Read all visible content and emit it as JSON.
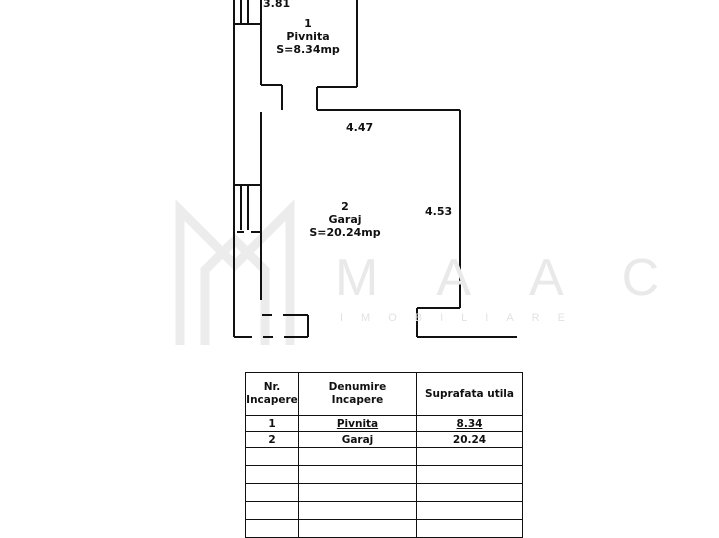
{
  "watermark": {
    "brand": "MAAC",
    "subtitle": "IMOBILIARE"
  },
  "rooms": [
    {
      "number": "1",
      "name": "Pivnita",
      "area_label": "S=8.34mp"
    },
    {
      "number": "2",
      "name": "Garaj",
      "area_label": "S=20.24mp"
    }
  ],
  "dimensions": {
    "top_width": "3.81",
    "garage_width": "4.47",
    "garage_depth": "4.53"
  },
  "legend_table": {
    "headers": [
      "Nr.\nIncapere",
      "Denumire\nIncapere",
      "Suprafata  utila"
    ],
    "header_lines": {
      "col1": [
        "Nr.",
        "Incapere"
      ],
      "col2": [
        "Denumire",
        "Incapere"
      ],
      "col3": [
        "Suprafata  utila"
      ]
    },
    "rows": [
      {
        "nr": "1",
        "name": "Pivnita",
        "area": "8.34"
      },
      {
        "nr": "2",
        "name": "Garaj",
        "area": "20.24"
      }
    ],
    "empty_rows": 5
  },
  "colors": {
    "line": "#111111",
    "watermark": "#e8e8e8",
    "background": "#ffffff"
  }
}
